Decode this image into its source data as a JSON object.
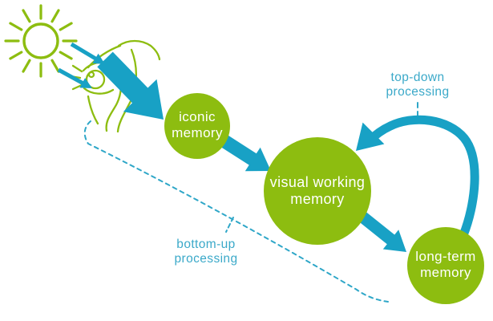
{
  "colors": {
    "green": "#8dbd10",
    "teal": "#18a1c5",
    "label_teal": "#3ba9c9",
    "dashed_teal": "#2fa7c8",
    "node_text": "#ffffff",
    "background": "#ffffff"
  },
  "nodes": {
    "iconic": {
      "line1": "iconic",
      "line2": "memory"
    },
    "visual_working": {
      "line1": "visual working",
      "line2": "memory"
    },
    "long_term": {
      "line1": "long-term",
      "line2": "memory"
    }
  },
  "labels": {
    "top_down": {
      "line1": "top-down",
      "line2": "processing"
    },
    "bottom_up": {
      "line1": "bottom-up",
      "line2": "processing"
    }
  },
  "icons": {
    "sun": "sun-icon",
    "eye": "eye-sketch-icon"
  },
  "edges": [
    {
      "from": "sun",
      "to": "eye",
      "style": "small-arrows"
    },
    {
      "from": "eye",
      "to": "iconic memory",
      "style": "thick-arrow"
    },
    {
      "from": "iconic memory",
      "to": "visual working memory",
      "style": "thick-arrow"
    },
    {
      "from": "visual working memory",
      "to": "long-term memory",
      "style": "thick-arrow"
    },
    {
      "from": "long-term memory",
      "to": "visual working memory",
      "style": "curved-arrow",
      "label": "top-down processing"
    },
    {
      "from": "eye",
      "to": "long-term memory",
      "style": "dashed-line",
      "label": "bottom-up processing"
    }
  ]
}
